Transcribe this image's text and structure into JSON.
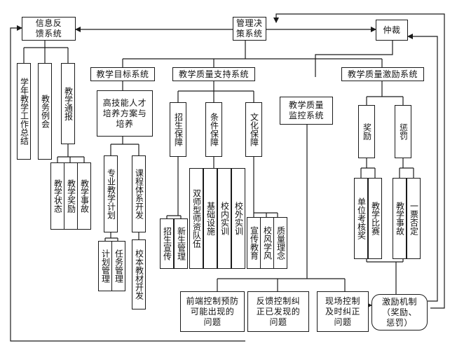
{
  "top": {
    "feedback": "信息反\n馈系统",
    "decision": "管理决\n策系统",
    "arbitration": "仲裁"
  },
  "feedback_children": [
    "学年教学工作总结",
    "教务例会",
    "教学通报"
  ],
  "bulletin_children": [
    "教学状态",
    "教学奖励",
    "教学事故"
  ],
  "goal_system": {
    "label": "教学目标系统",
    "plan": "高技能人才\n培养方案与\n培养",
    "plan_children": [
      "专业教学计划",
      "课程体系开发"
    ],
    "teaching_plan_children": [
      "计划管理",
      "任务管理"
    ],
    "course_children": [
      "校本教材开发"
    ]
  },
  "support_system": {
    "label": "教学质量支持系统",
    "pillars": [
      "招生保障",
      "条件保障",
      "文化保障"
    ],
    "enroll_children": [
      "招生宣传",
      "新生管理"
    ],
    "condition_children": [
      "双师型师资队伍",
      "基础设施",
      "校内实训",
      "校外实训"
    ],
    "culture_children": [
      "宣传教育",
      "校风学风",
      "质量理念"
    ]
  },
  "monitor_system": {
    "label": "教学质量\n监控系统",
    "controls": [
      "前端控制预防\n可能出现的\n问题",
      "反馈控制纠\n正已发现的\n问题",
      "现场控制\n及时纠正\n问题"
    ]
  },
  "incentive_system": {
    "label": "教学质量激励系统",
    "branches": [
      "奖励",
      "惩罚"
    ],
    "reward_children": [
      "单位考核奖",
      "教学比赛"
    ],
    "punish_children": [
      "教学事故",
      "一票否定"
    ],
    "mechanism": "激励机制\n（奖励、\n惩罚）"
  },
  "colors": {
    "line": "#1a1a1a",
    "background": "#ffffff"
  }
}
